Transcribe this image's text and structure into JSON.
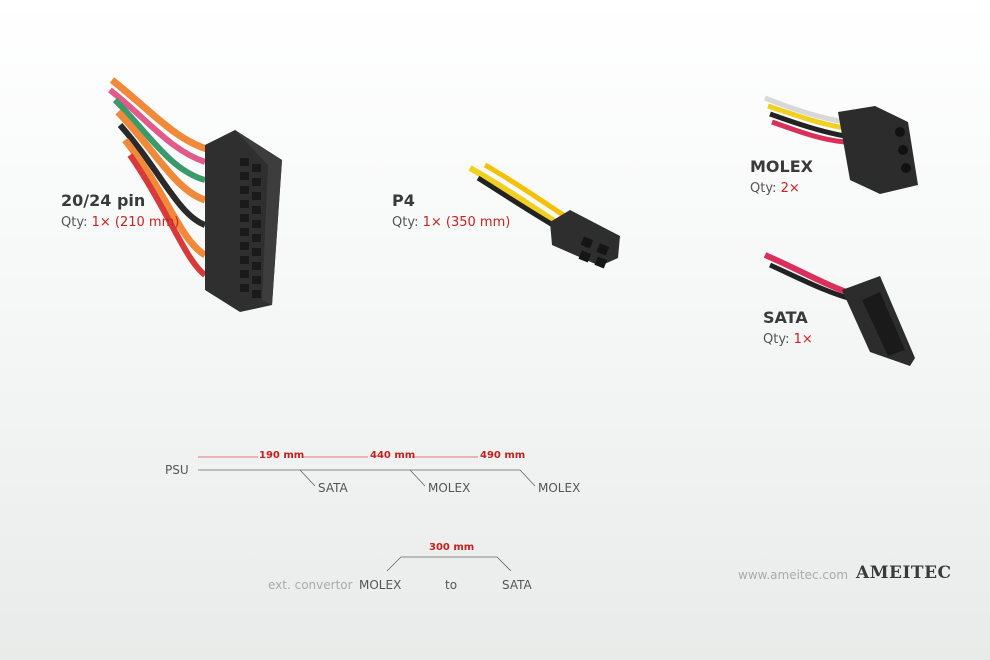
{
  "connectors": {
    "atx": {
      "title": "20/24 pin",
      "qty_label": "Qty:",
      "qty_value": "1× (210 mm)"
    },
    "p4": {
      "title": "P4",
      "qty_label": "Qty:",
      "qty_value": "1× (350 mm)"
    },
    "molex": {
      "title": "MOLEX",
      "qty_label": "Qty:",
      "qty_value": "2×"
    },
    "sata": {
      "title": "SATA",
      "qty_label": "Qty:",
      "qty_value": "1×"
    }
  },
  "cable_diagram": {
    "source": "PSU",
    "segments": [
      {
        "length": "190 mm",
        "endpoint": "SATA"
      },
      {
        "length": "440 mm",
        "endpoint": "MOLEX"
      },
      {
        "length": "490 mm",
        "endpoint": "MOLEX"
      }
    ]
  },
  "converter": {
    "prefix": "ext. convertor",
    "from": "MOLEX",
    "joiner": "to",
    "to": "SATA",
    "length": "300 mm"
  },
  "footer": {
    "website": "www.ameitec.com",
    "brand": "AMEITEC"
  },
  "colors": {
    "accent_red": "#c81e1e",
    "text_dark": "#3a3a3a"
  }
}
